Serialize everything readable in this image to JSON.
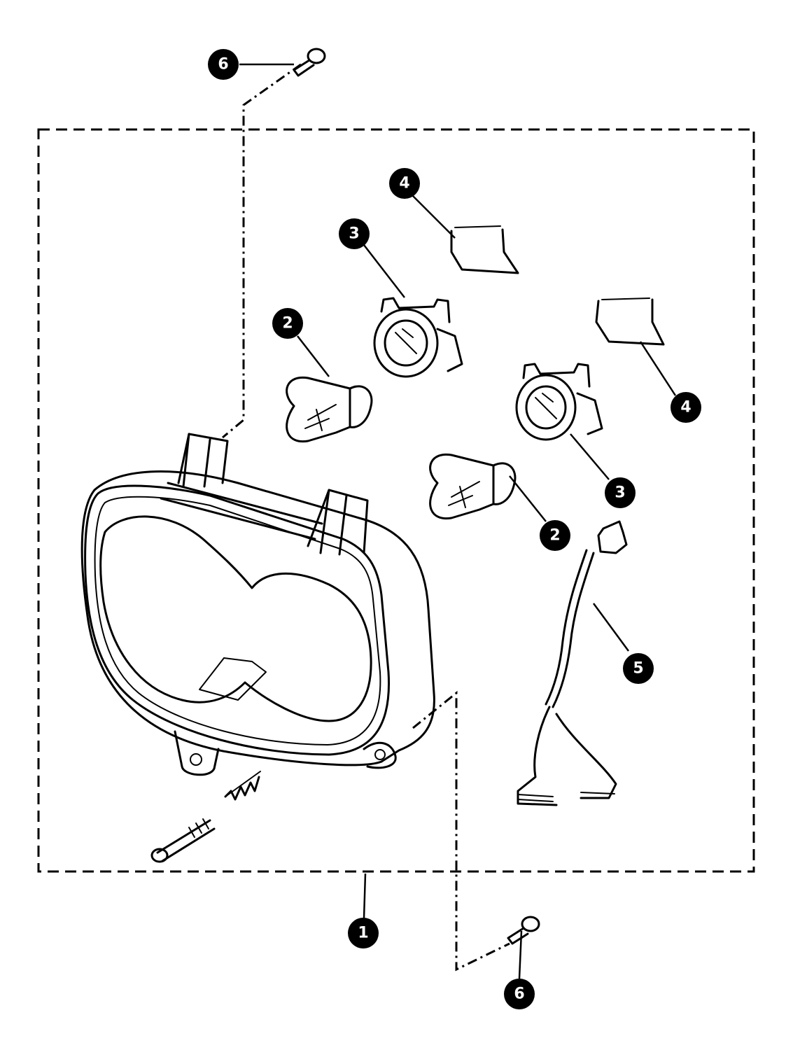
{
  "callouts": [
    {
      "id": "callout-6-top",
      "label": "6"
    },
    {
      "id": "callout-4-top",
      "label": "4"
    },
    {
      "id": "callout-3-top",
      "label": "3"
    },
    {
      "id": "callout-2-left",
      "label": "2"
    },
    {
      "id": "callout-4-right",
      "label": "4"
    },
    {
      "id": "callout-3-right",
      "label": "3"
    },
    {
      "id": "callout-2-right",
      "label": "2"
    },
    {
      "id": "callout-5",
      "label": "5"
    },
    {
      "id": "callout-1",
      "label": "1"
    },
    {
      "id": "callout-6-bottom",
      "label": "6"
    }
  ]
}
